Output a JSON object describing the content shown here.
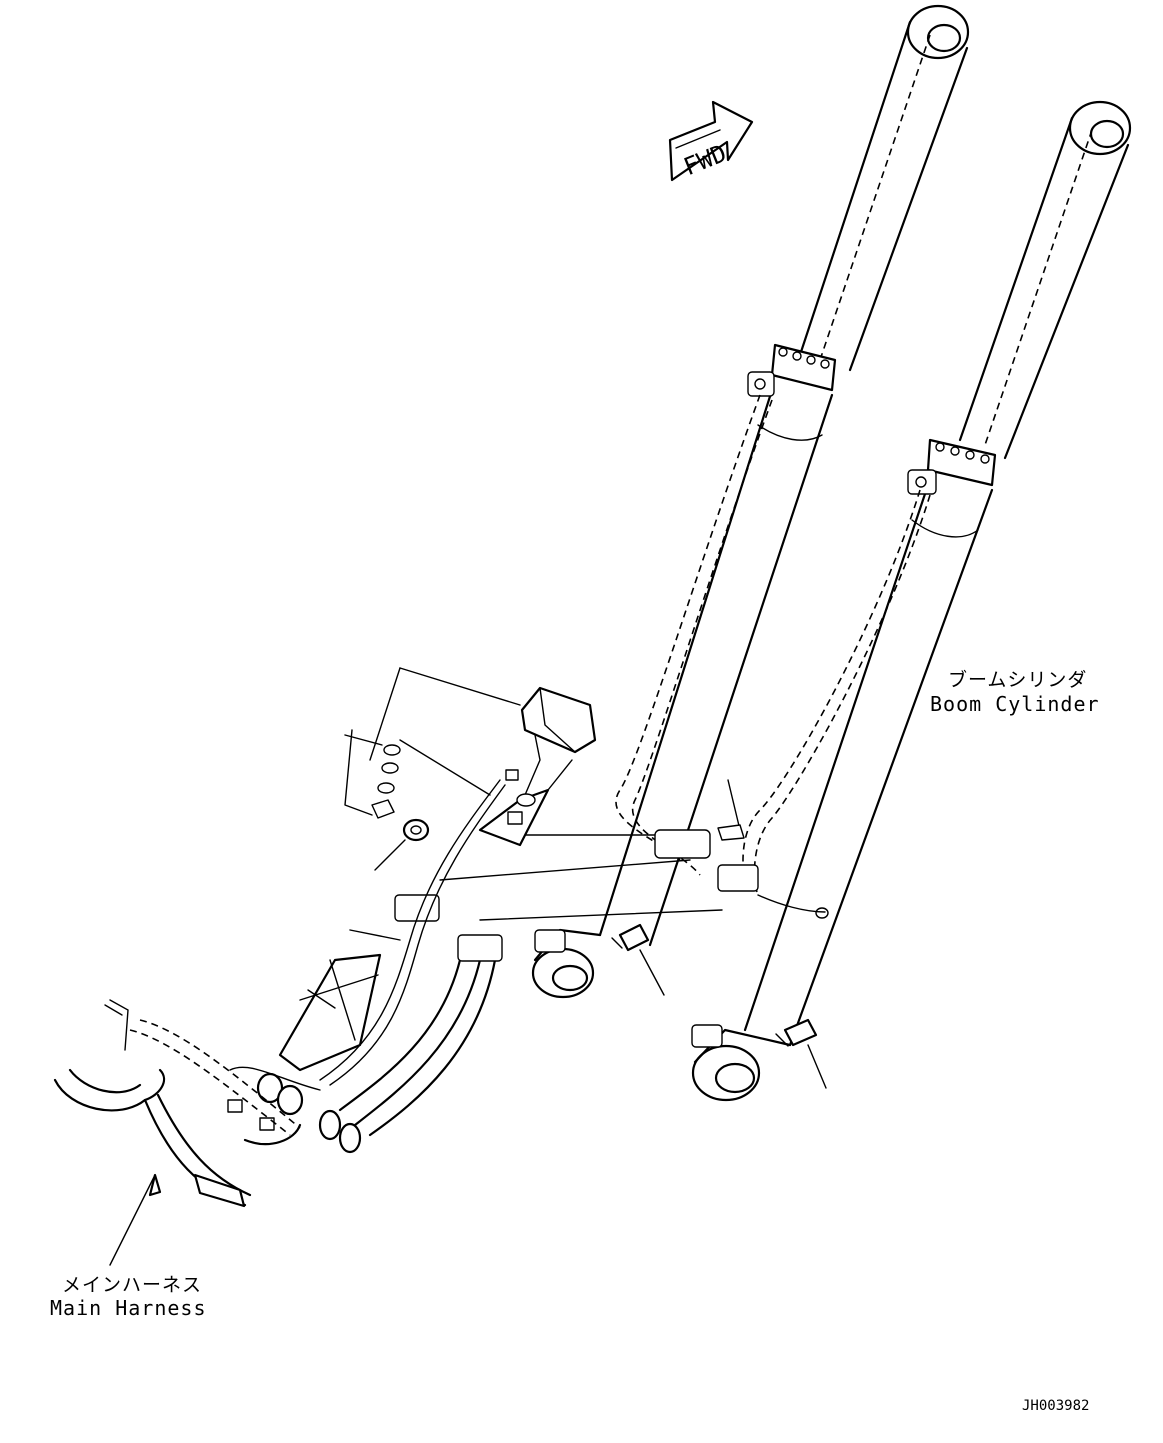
{
  "fwd_marker": {
    "text": "FWD"
  },
  "boom_cylinder_label": {
    "ja": "ブームシリンダ",
    "en": "Boom Cylinder"
  },
  "main_harness_label": {
    "ja": "メインハーネス",
    "en": "Main Harness"
  },
  "drawing_number": "JH003982"
}
